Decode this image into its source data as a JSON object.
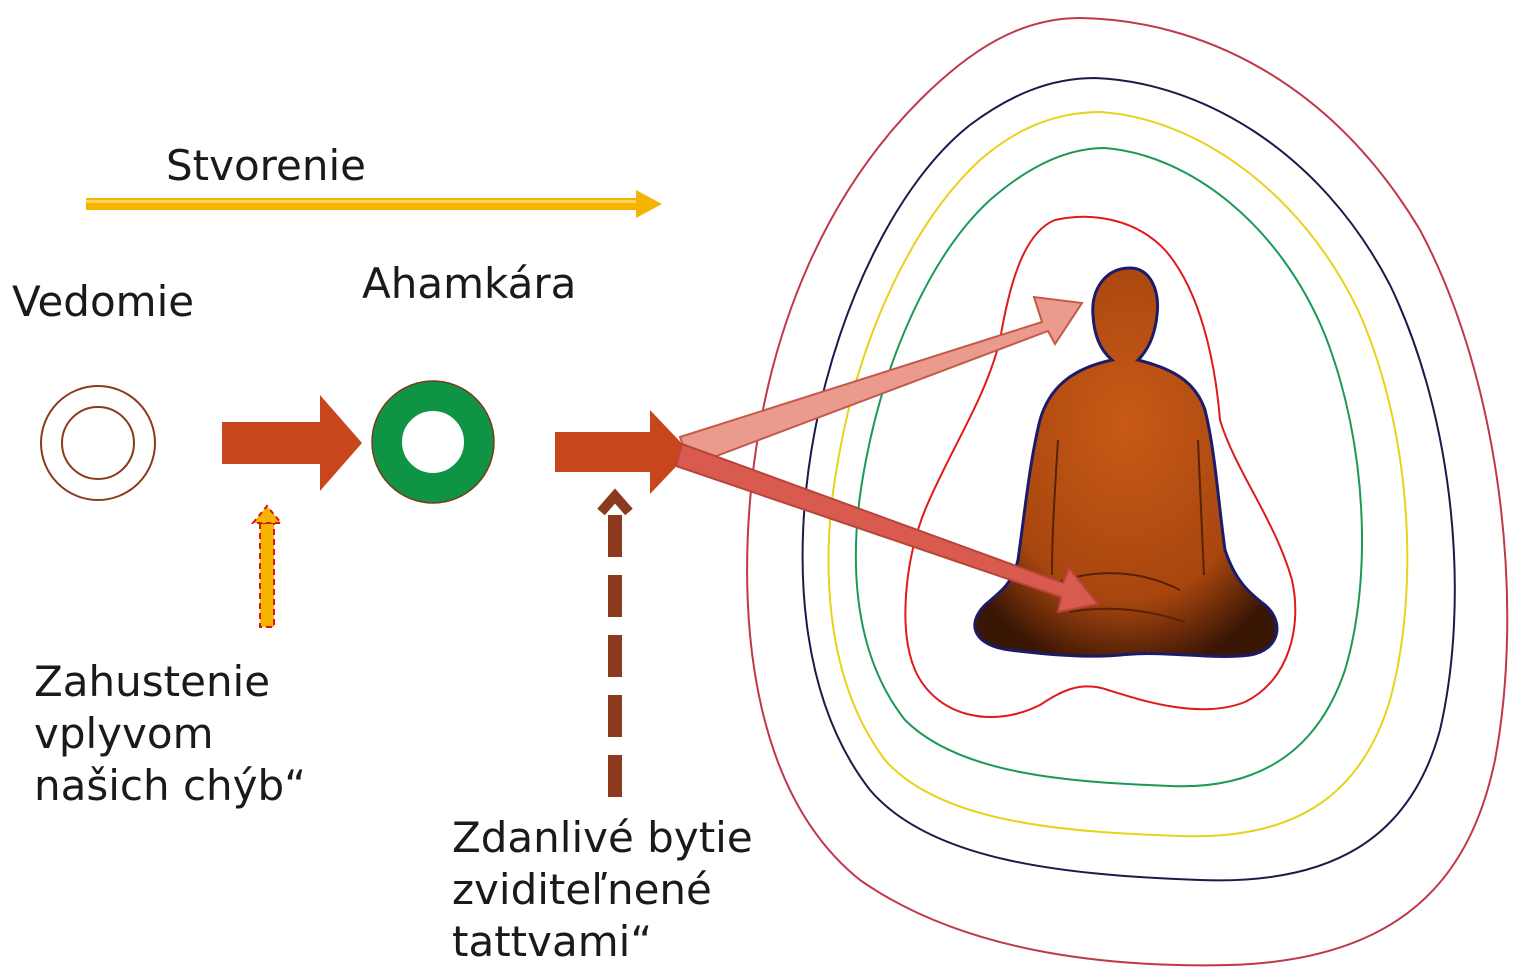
{
  "labels": {
    "creation": "Stvorenie",
    "consciousness": "Vedomie",
    "ahamkara": "Ahamkára",
    "condensation": [
      "Zahustenie",
      "vplyvom",
      "našich chýb“"
    ],
    "apparent_being": [
      "Zdanlivé bytie",
      "zviditeľnené",
      "tattvami“"
    ]
  },
  "colors": {
    "creation_arrow": "#f5b400",
    "block_arrow": "#c8461c",
    "ring_outline": "#8b3a1e",
    "ahamkara_ring": "#0f9446",
    "ray_light": "#eb9a8e",
    "ray_dark": "#d95a4e",
    "aura_outer": "#c0394a",
    "aura_black": "#1b1b4a",
    "aura_yellow": "#e8d21a",
    "aura_green": "#1a9a55",
    "aura_red": "#e01a1a",
    "figure": "#b04a12"
  },
  "icons": {
    "consciousness": "double-ring-icon",
    "ahamkara": "green-ring-icon",
    "figure": "meditating-figure-icon"
  }
}
